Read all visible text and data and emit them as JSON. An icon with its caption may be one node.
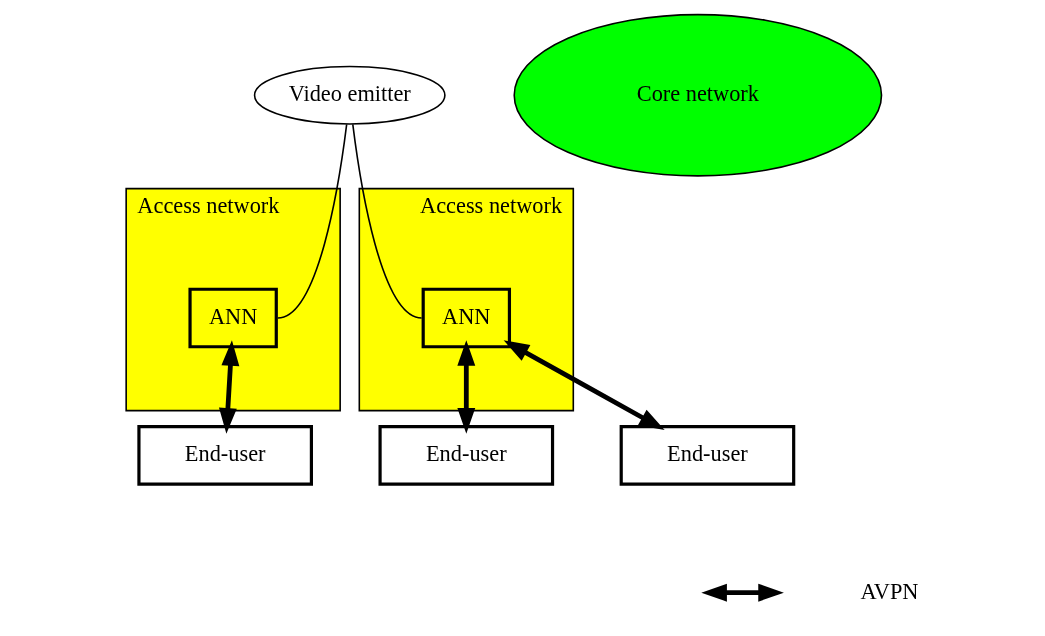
{
  "diagram": {
    "nodes": [
      {
        "text": [
          "Video emitter"
        ]
      },
      {
        "text": [
          "Core network"
        ]
      },
      {
        "text": [
          "Access network"
        ]
      },
      {
        "text": [
          "ANN"
        ],
        "in": 2
      },
      {
        "text": [
          "Access network"
        ]
      },
      {
        "text": [
          "ANN"
        ],
        "in": 4
      },
      {
        "text": [
          "End-user"
        ]
      },
      {
        "text": [
          "End-user"
        ]
      },
      {
        "text": [
          "End-user"
        ]
      }
    ],
    "edges": [
      {
        "from": 0,
        "to": 3,
        "arrow": "none"
      },
      {
        "from": 0,
        "to": 5,
        "arrow": "none"
      },
      {
        "from": 3,
        "to": 6,
        "arrow": "both"
      },
      {
        "from": 5,
        "to": 7,
        "arrow": "both"
      },
      {
        "from": 5,
        "to": 8,
        "arrow": "both"
      }
    ],
    "legend": [
      {
        "text": "AVPN"
      }
    ]
  }
}
